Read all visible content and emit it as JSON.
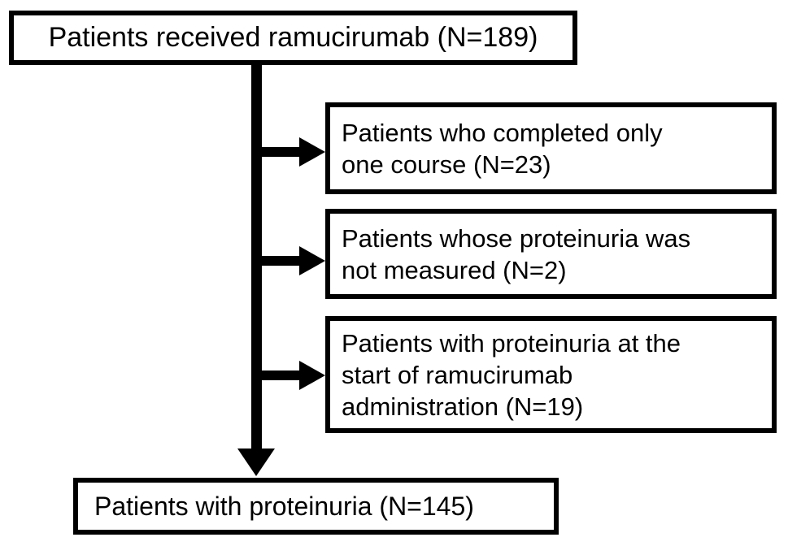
{
  "diagram": {
    "type": "patient-flow",
    "colors": {
      "ink": "#000000",
      "background": "#ffffff"
    },
    "source_box": {
      "label": "Patients received ramucirumab (N=189)"
    },
    "exclusion_boxes": [
      {
        "lines": [
          "Patients who completed only",
          "one course (N=23)"
        ]
      },
      {
        "lines": [
          "Patients whose proteinuria was",
          "not measured (N=2)"
        ]
      },
      {
        "lines": [
          "Patients with proteinuria at the",
          "start of ramucirumab",
          "administration (N=19)"
        ]
      }
    ],
    "result_box": {
      "label": "Patients with proteinuria (N=145)"
    }
  }
}
